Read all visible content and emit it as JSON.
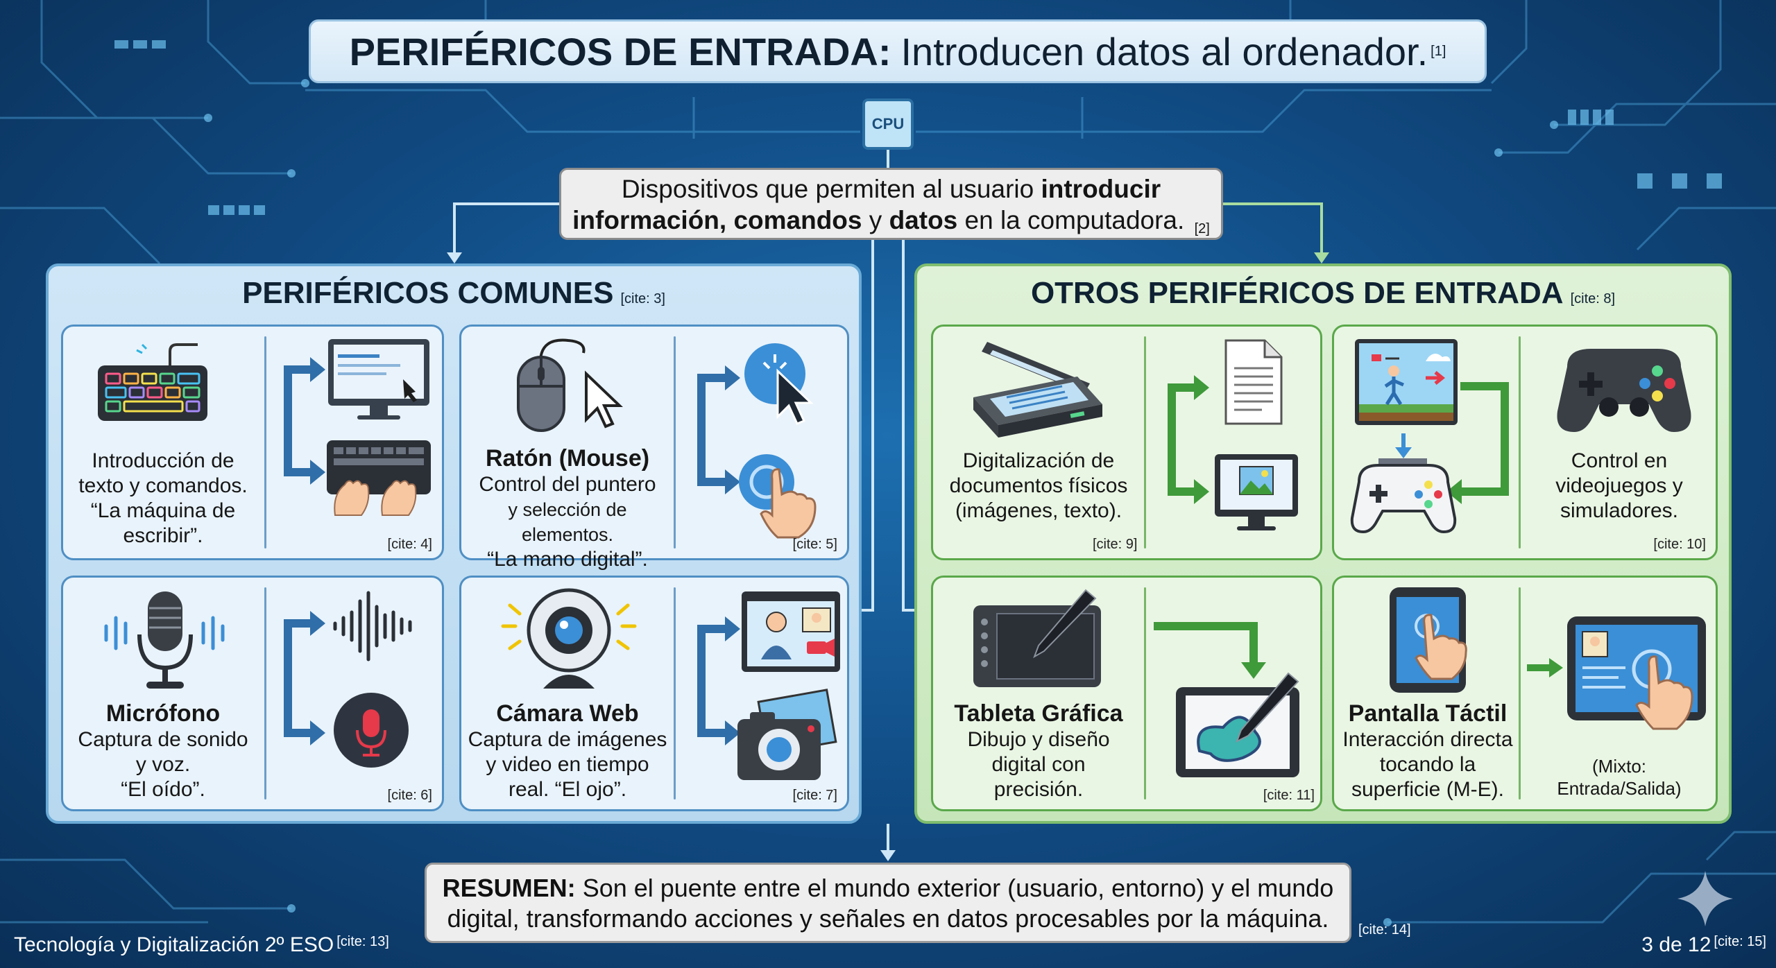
{
  "header": {
    "title_bold": "PERIFÉRICOS DE ENTRADA:",
    "title_rest": "Introducen datos al ordenador.",
    "cite": "[1]"
  },
  "cpu_label": "CPU",
  "definition": {
    "part1": "Dispositivos que permiten al usuario",
    "bold1": "introducir",
    "bold2": "información, comandos",
    "part2": "y",
    "bold3": "datos",
    "part3": "en la computadora.",
    "cite": "[2]"
  },
  "left_panel": {
    "title": "PERIFÉRICOS COMUNES",
    "cite": "[cite: 3]",
    "cards": [
      {
        "title": "",
        "lines": [
          "Introducción de",
          "texto y comandos.",
          "“La máquina de",
          "escribir”."
        ],
        "cite": "[cite: 4]"
      },
      {
        "title": "Ratón (Mouse)",
        "lines": [
          "Control del puntero",
          "y selección de elementos.",
          "“La mano digital”."
        ],
        "cite": "[cite: 5]"
      },
      {
        "title": "Micrófono",
        "lines": [
          "Captura de sonido",
          "y voz.",
          "“El oído”."
        ],
        "cite": "[cite: 6]"
      },
      {
        "title": "Cámara Web",
        "lines": [
          "Captura de imágenes",
          "y video en tiempo",
          "real. “El ojo”."
        ],
        "cite": "[cite: 7]"
      }
    ]
  },
  "right_panel": {
    "title": "OTROS PERIFÉRICOS DE ENTRADA",
    "cite": "[cite: 8]",
    "cards": [
      {
        "title": "",
        "lines": [
          "Digitalización de",
          "documentos físicos",
          "(imágenes, texto)."
        ],
        "cite": "[cite: 9]"
      },
      {
        "title": "",
        "lines": [
          "Control en",
          "videojuegos y",
          "simuladores."
        ],
        "cite": "[cite: 10]"
      },
      {
        "title": "Tableta Gráfica",
        "lines": [
          "Dibujo y diseño",
          "digital con",
          "precisión."
        ],
        "cite": "[cite: 11]"
      },
      {
        "title": "Pantalla Táctil",
        "lines": [
          "Interacción directa",
          "tocando la",
          "superficie (M-E)."
        ],
        "cite": "",
        "note_lines": [
          "(Mixto:",
          "Entrada/Salida)"
        ]
      }
    ]
  },
  "summary": {
    "bold": "RESUMEN:",
    "line1": "Son el puente entre el mundo exterior (usuario, entorno) y el mundo",
    "line2": "digital, transformando acciones y señales en datos procesables por la máquina.",
    "cite": "[cite: 14]"
  },
  "footer": {
    "course": "Tecnología y Digitalización 2º ESO",
    "course_cite": "[cite: 13]",
    "page": "3 de 12",
    "page_cite": "[cite: 15]"
  },
  "colors": {
    "background": "#114d86",
    "left_panel": "#b7d8ef",
    "right_panel": "#c6e6ba",
    "arrow_blue": "#2f6ea8",
    "arrow_green": "#3f9a3a"
  }
}
